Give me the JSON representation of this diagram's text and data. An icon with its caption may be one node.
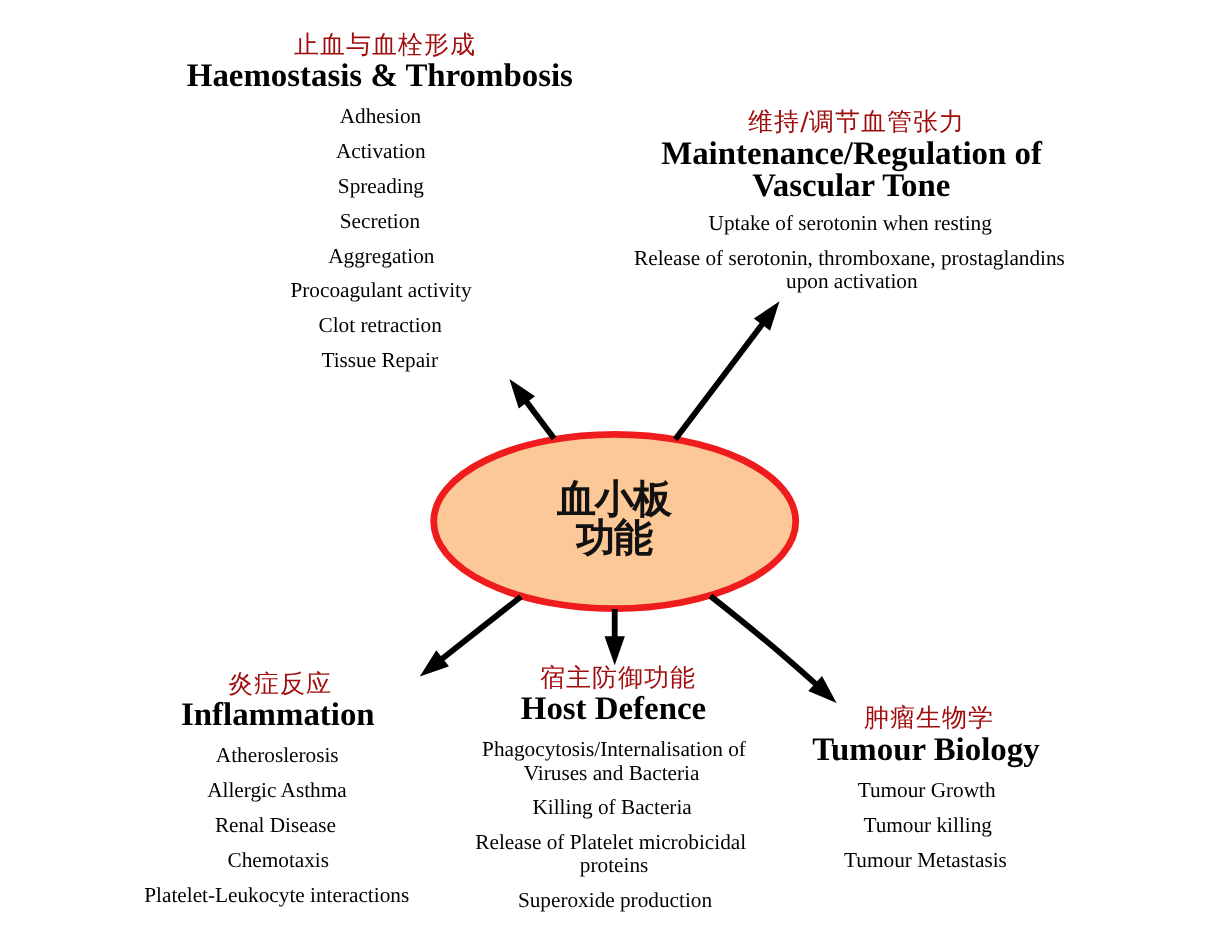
{
  "diagram": {
    "nodes": [
      {
        "text": [
          "血小板功能"
        ]
      },
      {
        "text": [
          "止血与血栓形成",
          "Haemostasis & Thrombosis",
          "Adhesion",
          "Activation",
          "Spreading",
          "Secretion",
          "Aggregation",
          "Procoagulant activity",
          "Clot retraction",
          "Tissue Repair"
        ]
      },
      {
        "text": [
          "维持/调节血管张力",
          "Maintenance/Regulation of Vascular Tone",
          "Uptake of serotonin when resting",
          "Release of serotonin, thromboxane, prostaglandins upon activation"
        ]
      },
      {
        "text": [
          "炎症反应",
          "Inflammation",
          "Atheroslerosis",
          "Allergic Asthma",
          "Renal Disease",
          "Chemotaxis",
          "Platelet-Leukocyte interactions"
        ]
      },
      {
        "text": [
          "宿主防御功能",
          "Host Defence",
          "Phagocytosis/Internalisation of Viruses and Bacteria",
          "Killing of Bacteria",
          "Release of Platelet microbicidal proteins",
          "Superoxide production"
        ]
      },
      {
        "text": [
          "肿瘤生物学",
          "Tumour Biology",
          "Tumour Growth",
          "Tumour killing",
          "Tumour Metastasis"
        ]
      }
    ],
    "edges": [
      {
        "from": 0,
        "to": 1,
        "arrow": "to"
      },
      {
        "from": 0,
        "to": 2,
        "arrow": "to"
      },
      {
        "from": 0,
        "to": 3,
        "arrow": "to"
      },
      {
        "from": 0,
        "to": 4,
        "arrow": "to"
      },
      {
        "from": 0,
        "to": 5,
        "arrow": "to"
      }
    ]
  }
}
